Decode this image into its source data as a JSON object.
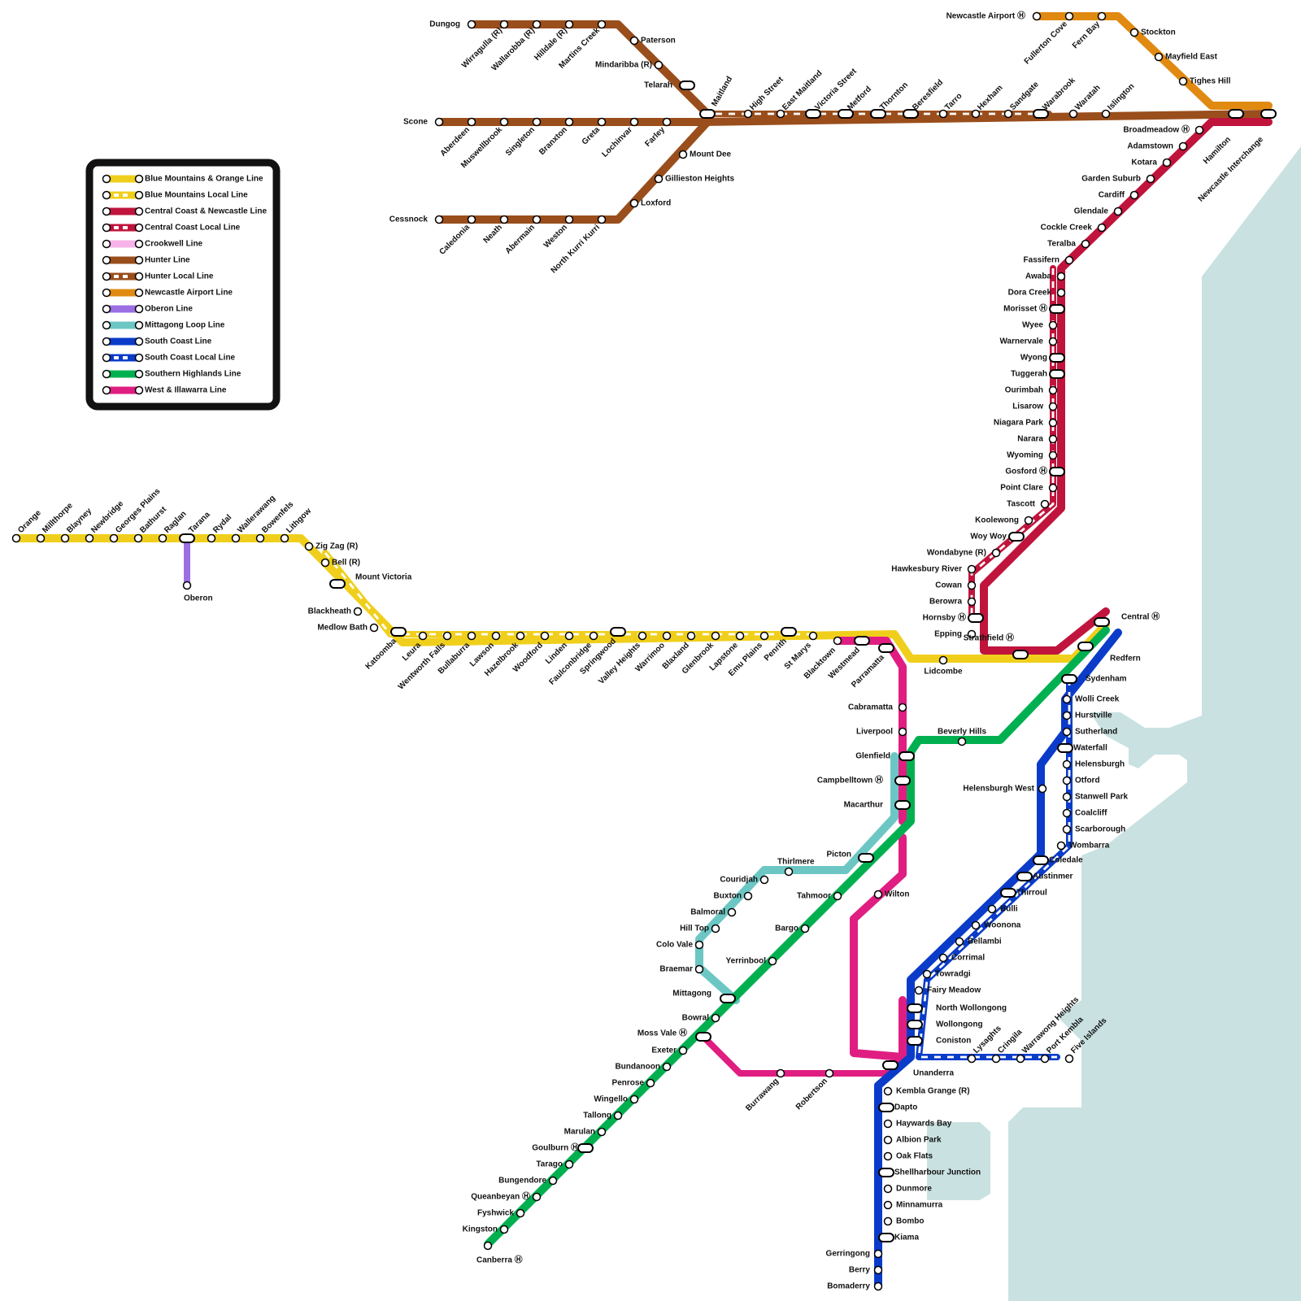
{
  "colors": {
    "sea": "#c9e2e1",
    "blue_mountains": "#f0cf1c",
    "central_coast": "#c0143c",
    "crookwell": "#f7b3e9",
    "hunter": "#9a4e1c",
    "newcastle_airport": "#e08a12",
    "oberon": "#9b6fe3",
    "mittagong_loop": "#6cc7c4",
    "south_coast": "#0a3cc9",
    "southern_highlands": "#00b050",
    "west_illawarra": "#e01e82",
    "legend_border": "#111111"
  },
  "legend": {
    "items": [
      {
        "label": "Blue Mountains & Orange Line",
        "color": "#f0cf1c",
        "local": false
      },
      {
        "label": "Blue Mountains Local Line",
        "color": "#f0cf1c",
        "local": true
      },
      {
        "label": "Central Coast & Newcastle Line",
        "color": "#c0143c",
        "local": false
      },
      {
        "label": "Central Coast Local Line",
        "color": "#c0143c",
        "local": true
      },
      {
        "label": "Crookwell Line",
        "color": "#f7b3e9",
        "local": false
      },
      {
        "label": "Hunter Line",
        "color": "#9a4e1c",
        "local": false
      },
      {
        "label": "Hunter Local Line",
        "color": "#9a4e1c",
        "local": true
      },
      {
        "label": "Newcastle Airport Line",
        "color": "#e08a12",
        "local": false
      },
      {
        "label": "Oberon Line",
        "color": "#9b6fe3",
        "local": false
      },
      {
        "label": "Mittagong Loop Line",
        "color": "#6cc7c4",
        "local": false
      },
      {
        "label": "South Coast Line",
        "color": "#0a3cc9",
        "local": false
      },
      {
        "label": "South Coast Local Line",
        "color": "#0a3cc9",
        "local": true
      },
      {
        "label": "Southern Highlands Line",
        "color": "#00b050",
        "local": false
      },
      {
        "label": "West & Illawarra Line",
        "color": "#e01e82",
        "local": false
      }
    ]
  },
  "hospital_symbol": "Ⓗ",
  "stations": {
    "hunter": [
      "Dungog",
      "Wirragulla (R)",
      "Wallarobba (R)",
      "Hilldale (R)",
      "Martins Creek",
      "Paterson",
      "Mindaribba (R)",
      "Telarah",
      "Maitland",
      "High Street",
      "East Maitland",
      "Victoria Street",
      "Metford",
      "Thornton",
      "Beresfield",
      "Tarro",
      "Hexham",
      "Sandgate",
      "Warabrook",
      "Waratah",
      "Islington",
      "Hamilton",
      "Newcastle Interchange",
      "Scone",
      "Aberdeen",
      "Muswellbrook",
      "Singleton",
      "Branxton",
      "Greta",
      "Lochinvar",
      "Farley",
      "Mount Dee",
      "Gillieston Heights",
      "Loxford",
      "Cessnock",
      "Caledonia",
      "Neath",
      "Abermain",
      "Weston",
      "North Kurri Kurri"
    ],
    "newcastle_airport": [
      "Newcastle Airport Ⓗ",
      "Fullerton Cove",
      "Fern Bay",
      "Stockton",
      "Mayfield East",
      "Tighes Hill"
    ],
    "central_coast": [
      "Broadmeadow Ⓗ",
      "Adamstown",
      "Kotara",
      "Garden Suburb",
      "Cardiff",
      "Glendale",
      "Cockle Creek",
      "Teralba",
      "Fassifern",
      "Awaba",
      "Dora Creek",
      "Morisset Ⓗ",
      "Wyee",
      "Warnervale",
      "Wyong",
      "Tuggerah",
      "Ourimbah",
      "Lisarow",
      "Niagara Park",
      "Narara",
      "Wyoming",
      "Gosford Ⓗ",
      "Point Clare",
      "Tascott",
      "Koolewong",
      "Woy Woy",
      "Wondabyne (R)",
      "Hawkesbury River",
      "Cowan",
      "Berowra",
      "Hornsby Ⓗ",
      "Epping",
      "Strathfield Ⓗ",
      "Central Ⓗ",
      "Redfern"
    ],
    "blue_mountains": [
      "Orange",
      "Millthorpe",
      "Blayney",
      "Newbridge",
      "Georges Plains",
      "Bathurst",
      "Raglan",
      "Tarana",
      "Rydal",
      "Wallerawang",
      "Bowenfels",
      "Lithgow",
      "Zig Zag (R)",
      "Bell (R)",
      "Mount Victoria",
      "Blackheath",
      "Medlow Bath",
      "Katoomba",
      "Leura",
      "Wentworth Falls",
      "Bullaburra",
      "Lawson",
      "Hazelbrook",
      "Woodford",
      "Linden",
      "Faulconbridge",
      "Springwood",
      "Valley Heights",
      "Warrimoo",
      "Blaxland",
      "Glenbrook",
      "Lapstone",
      "Emu Plains",
      "Penrith",
      "St Marys",
      "Blacktown",
      "Westmead",
      "Parramatta",
      "Lidcombe",
      "Oberon"
    ],
    "west_illawarra": [
      "Cabramatta",
      "Liverpool",
      "Glenfield",
      "Campbelltown Ⓗ",
      "Macarthur",
      "Wilton",
      "Burrawang",
      "Robertson"
    ],
    "mittagong_loop": [
      "Picton",
      "Thirlmere",
      "Couridjah",
      "Buxton",
      "Balmoral",
      "Hill Top",
      "Colo Vale",
      "Braemar",
      "Mittagong"
    ],
    "southern_highlands": [
      "Beverly Hills",
      "Tahmoor",
      "Bargo",
      "Yerrinbool",
      "Bowral",
      "Moss Vale Ⓗ",
      "Exeter",
      "Bundanoon",
      "Penrose",
      "Wingello",
      "Tallong",
      "Marulan",
      "Goulburn Ⓗ",
      "Tarago",
      "Bungendore",
      "Queanbeyan Ⓗ",
      "Fyshwick",
      "Kingston",
      "Canberra Ⓗ"
    ],
    "south_coast": [
      "Sydenham",
      "Wolli Creek",
      "Hurstville",
      "Sutherland",
      "Waterfall",
      "Helensburgh",
      "Otford",
      "Stanwell Park",
      "Coalcliff",
      "Scarborough",
      "Wombarra",
      "Coledale",
      "Austinmer",
      "Thirroul",
      "Bulli",
      "Woonona",
      "Bellambi",
      "Corrimal",
      "Towradgi",
      "Fairy Meadow",
      "North Wollongong",
      "Wollongong",
      "Coniston",
      "Lysaghts",
      "Cringila",
      "Warrawong Heights",
      "Port Kembla",
      "Five Islands",
      "Unanderra",
      "Kembla Grange (R)",
      "Dapto",
      "Haywards Bay",
      "Albion Park",
      "Oak Flats",
      "Shellharbour Junction",
      "Dunmore",
      "Minnamurra",
      "Bombo",
      "Kiama",
      "Gerringong",
      "Berry",
      "Bomaderry",
      "Helensburgh West"
    ]
  }
}
